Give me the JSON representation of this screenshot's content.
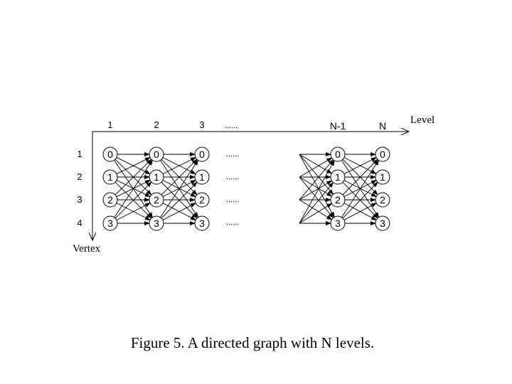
{
  "level_labels": [
    "1",
    "2",
    "3",
    "N-1",
    "N"
  ],
  "level_ellipsis": "......",
  "axis_x_label": "Level",
  "axis_y_label": "Vertex",
  "vertex_labels": [
    "1",
    "2",
    "3",
    "4"
  ],
  "node_labels": [
    "0",
    "1",
    "2",
    "3"
  ],
  "row_ellipsis": [
    "......",
    "......",
    "......",
    "......"
  ],
  "caption": "Figure 5. A directed graph with N levels.",
  "colors": {
    "line": "#000000",
    "background": "#ffffff"
  }
}
